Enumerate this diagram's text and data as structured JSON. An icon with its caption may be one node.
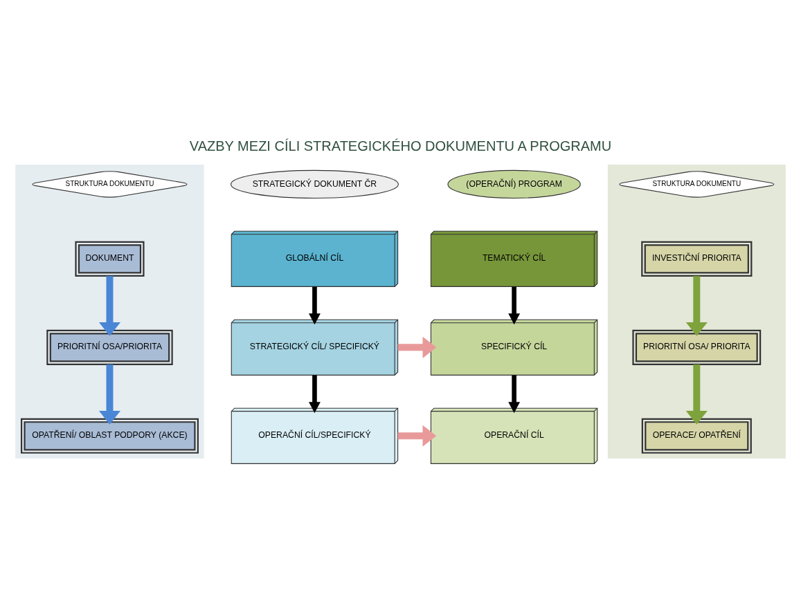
{
  "diagram": {
    "title": "VAZBY MEZI CÍLI STRATEGICKÉHO DOKUMENTU A PROGRAMU",
    "nodes": [
      {
        "text": [],
        "shape": "band"
      },
      {
        "text": [
          "STRUKTURA DOKUMENTU"
        ],
        "in": 0
      },
      {
        "text": [
          "DOKUMENT"
        ],
        "in": 0
      },
      {
        "text": [
          "PRIORITNÍ OSA/PRIORITA"
        ],
        "in": 0
      },
      {
        "text": [
          "OPATŘENÍ/ OBLAST PODPORY (AKCE)"
        ],
        "in": 0
      },
      {
        "text": [
          "STRATEGICKÝ DOKUMENT ČR"
        ]
      },
      {
        "text": [
          "(OPERAČNÍ) PROGRAM"
        ]
      },
      {
        "text": [
          "GLOBÁLNÍ CÍL"
        ]
      },
      {
        "text": [
          "TEMATICKÝ CÍL"
        ]
      },
      {
        "text": [
          "STRATEGICKÝ CÍL/ SPECIFICKÝ"
        ]
      },
      {
        "text": [
          "SPECIFICKÝ CÍL"
        ]
      },
      {
        "text": [
          "OPERAČNÍ CÍL/SPECIFICKÝ"
        ]
      },
      {
        "text": [
          "OPERAČNÍ CÍL"
        ]
      },
      {
        "text": [],
        "shape": "band"
      },
      {
        "text": [
          "STRUKTURA DOKUMENTU"
        ],
        "in": 13
      },
      {
        "text": [
          "INVESTIČNÍ PRIORITA"
        ],
        "in": 13
      },
      {
        "text": [
          "PRIORITNÍ OSA/ PRIORITA"
        ],
        "in": 13
      },
      {
        "text": [
          "OPERACE/ OPATŘENÍ"
        ],
        "in": 13
      }
    ],
    "edges": [
      {
        "from": 2,
        "to": 3,
        "arrow": "to",
        "color": "#4a86d6"
      },
      {
        "from": 3,
        "to": 4,
        "arrow": "to",
        "color": "#4a86d6"
      },
      {
        "from": 7,
        "to": 9,
        "arrow": "to",
        "color": "#000000"
      },
      {
        "from": 9,
        "to": 11,
        "arrow": "to",
        "color": "#000000"
      },
      {
        "from": 8,
        "to": 10,
        "arrow": "to",
        "color": "#000000"
      },
      {
        "from": 10,
        "to": 12,
        "arrow": "to",
        "color": "#000000"
      },
      {
        "from": 9,
        "to": 10,
        "arrow": "to",
        "color": "#e89a9a"
      },
      {
        "from": 11,
        "to": 12,
        "arrow": "to",
        "color": "#e89a9a"
      },
      {
        "from": 15,
        "to": 16,
        "arrow": "to",
        "color": "#7fa33c"
      },
      {
        "from": 16,
        "to": 17,
        "arrow": "to",
        "color": "#7fa33c"
      }
    ]
  }
}
